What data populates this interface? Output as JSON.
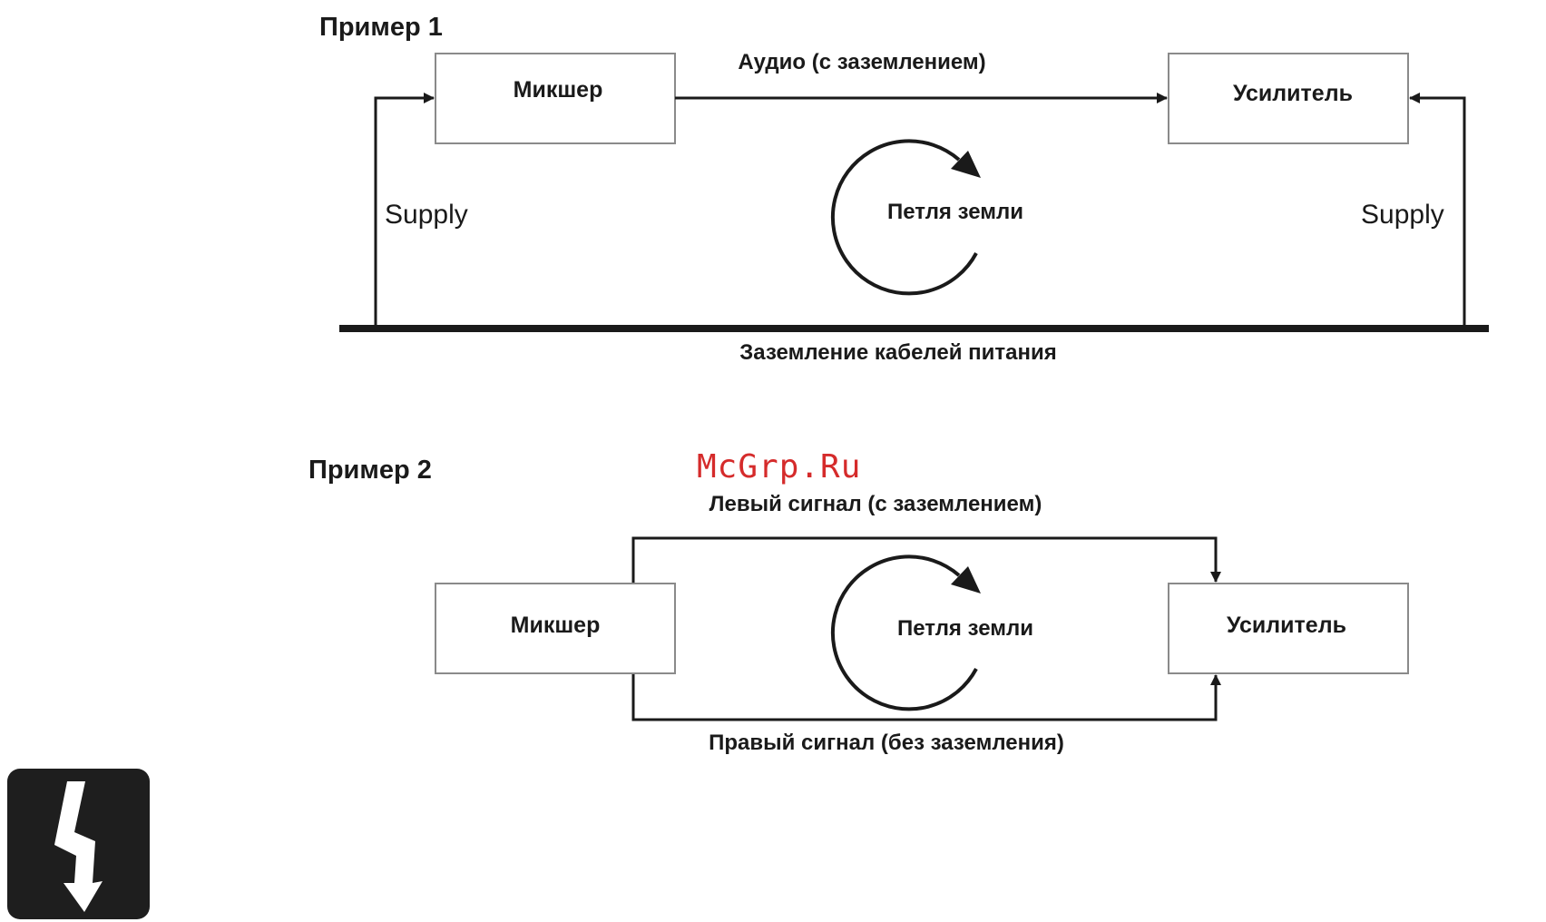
{
  "example1": {
    "heading": "Пример 1",
    "mixer_label": "Микшер",
    "amplifier_label": "Усилитель",
    "audio_label": "Аудио (с заземлением)",
    "loop_label": "Петля земли",
    "supply_left": "Supply",
    "supply_right": "Supply",
    "ground_label": "Заземление кабелей питания"
  },
  "example2": {
    "heading": "Пример 2",
    "mixer_label": "Микшер",
    "amplifier_label": "Усилитель",
    "left_signal_label": "Левый сигнал (с заземлением)",
    "right_signal_label": "Правый сигнал (без заземления)",
    "loop_label": "Петля земли"
  },
  "watermark": "McGrp.Ru",
  "icons": {
    "warning": "lightning-bolt-icon"
  },
  "colors": {
    "line": "#1a1a1a",
    "box_border": "#8a8a8a",
    "watermark": "#d52b2b",
    "icon_bg": "#1e1e1e"
  }
}
